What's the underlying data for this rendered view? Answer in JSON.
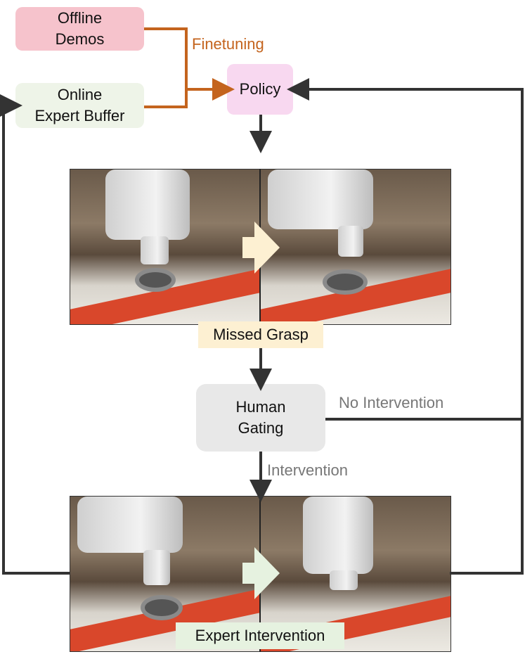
{
  "nodes": {
    "offline_demos": "Offline\nDemos",
    "online_buffer": "Online\nExpert Buffer",
    "policy": "Policy",
    "human_gating": "Human\nGating"
  },
  "edges": {
    "finetuning": "Finetuning",
    "no_intervention": "No Intervention",
    "intervention": "Intervention"
  },
  "captions": {
    "missed_grasp": "Missed Grasp",
    "expert_intervention": "Expert Intervention"
  },
  "colors": {
    "offline_demos": "#f6c3cc",
    "online_buffer": "#eef4e8",
    "policy": "#f8d8f0",
    "human_gating": "#e8e8e8",
    "finetuning": "#c4641e",
    "arrow": "#333333",
    "missed_grasp_bg": "#fdf0d2",
    "expert_intervention_bg": "#e6f2e0"
  }
}
